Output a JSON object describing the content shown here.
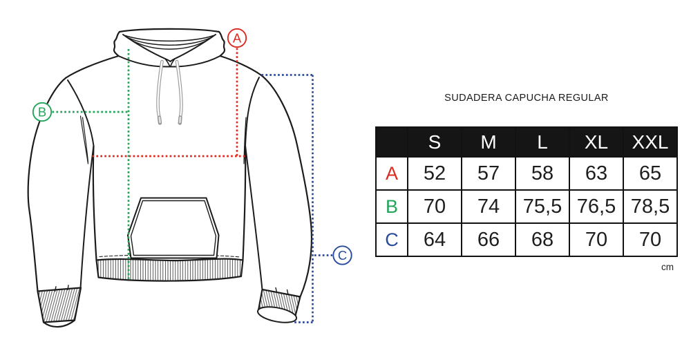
{
  "title": "SUDADERA CAPUCHA REGULAR",
  "unit_label": "cm",
  "colors": {
    "line_art": "#1c1c1c",
    "header_bg": "#151515",
    "header_text": "#ffffff",
    "measure_a_red": "#dc2a20",
    "measure_b_green": "#22a459",
    "measure_c_blue": "#2a4a9c"
  },
  "diagram": {
    "measures": [
      {
        "id": "A",
        "color": "#dc2a20"
      },
      {
        "id": "B",
        "color": "#22a459"
      },
      {
        "id": "C",
        "color": "#2a4a9c"
      }
    ]
  },
  "chart_data": {
    "type": "table",
    "title": "SUDADERA CAPUCHA REGULAR",
    "columns": [
      "S",
      "M",
      "L",
      "XL",
      "XXL"
    ],
    "rows": [
      {
        "label": "A",
        "color": "#dc2a20",
        "values": [
          "52",
          "57",
          "58",
          "63",
          "65"
        ]
      },
      {
        "label": "B",
        "color": "#22a459",
        "values": [
          "70",
          "74",
          "75,5",
          "76,5",
          "78,5"
        ]
      },
      {
        "label": "C",
        "color": "#2a4a9c",
        "values": [
          "64",
          "66",
          "68",
          "70",
          "70"
        ]
      }
    ],
    "unit": "cm"
  }
}
